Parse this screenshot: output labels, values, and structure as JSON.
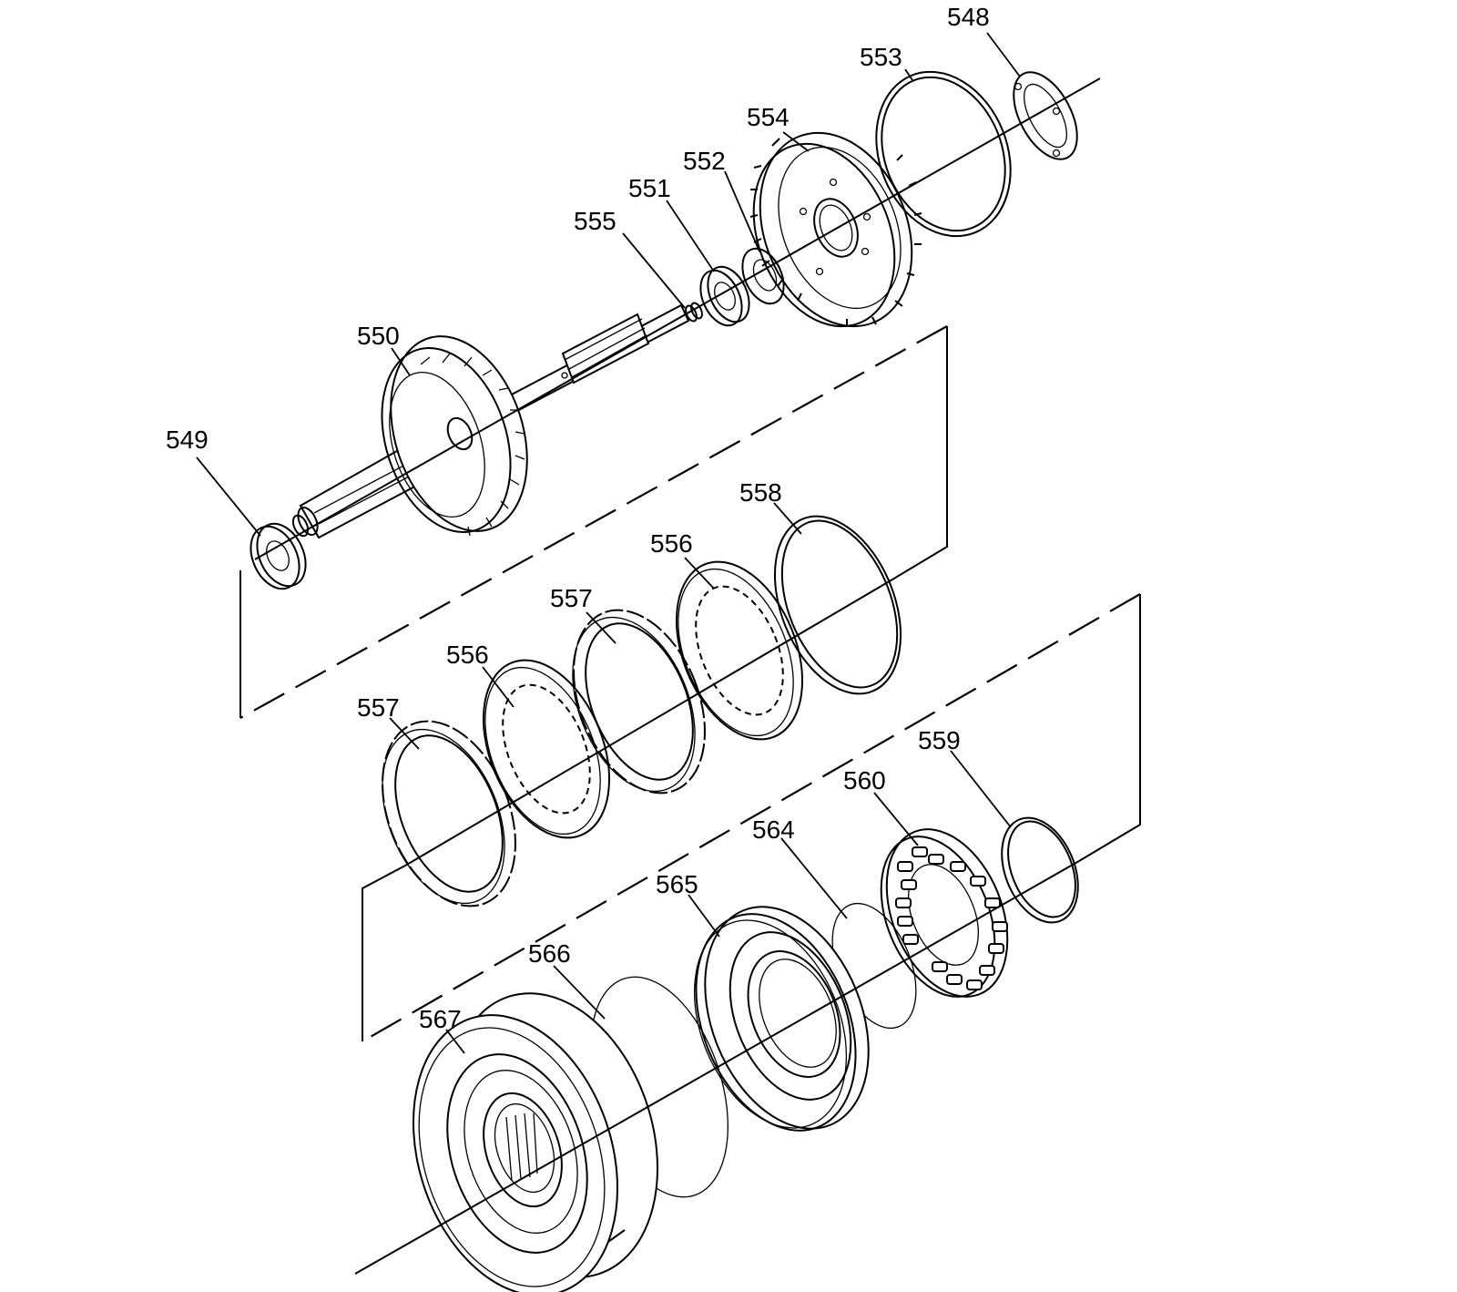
{
  "callouts": [
    {
      "id": "548",
      "label": "548"
    },
    {
      "id": "553",
      "label": "553"
    },
    {
      "id": "554",
      "label": "554"
    },
    {
      "id": "552",
      "label": "552"
    },
    {
      "id": "551",
      "label": "551"
    },
    {
      "id": "555",
      "label": "555"
    },
    {
      "id": "550",
      "label": "550"
    },
    {
      "id": "549",
      "label": "549"
    },
    {
      "id": "558",
      "label": "558"
    },
    {
      "id": "556a",
      "label": "556"
    },
    {
      "id": "557a",
      "label": "557"
    },
    {
      "id": "556b",
      "label": "556"
    },
    {
      "id": "557b",
      "label": "557"
    },
    {
      "id": "559",
      "label": "559"
    },
    {
      "id": "560",
      "label": "560"
    },
    {
      "id": "564",
      "label": "564"
    },
    {
      "id": "565",
      "label": "565"
    },
    {
      "id": "566",
      "label": "566"
    },
    {
      "id": "567",
      "label": "567"
    }
  ]
}
